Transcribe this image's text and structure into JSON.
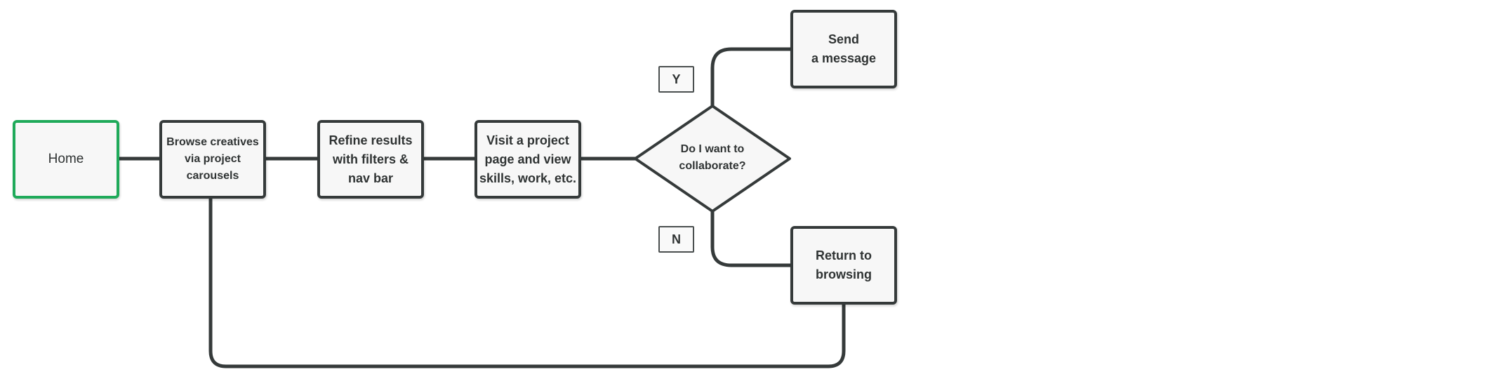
{
  "diagram": {
    "start": "Home",
    "steps": [
      "Browse creatives\nvia project\ncarousels",
      "Refine results\nwith filters &\nnav bar",
      "Visit a project\npage and view\nskills, work, etc."
    ],
    "decision": "Do I want to\ncollaborate?",
    "yes_label": "Y",
    "no_label": "N",
    "yes_outcome": "Send\na message",
    "no_outcome": "Return to\nbrowsing"
  },
  "colors": {
    "stroke": "#353a3a",
    "start_border": "#1faa5a",
    "node_fill": "#f7f7f7"
  }
}
